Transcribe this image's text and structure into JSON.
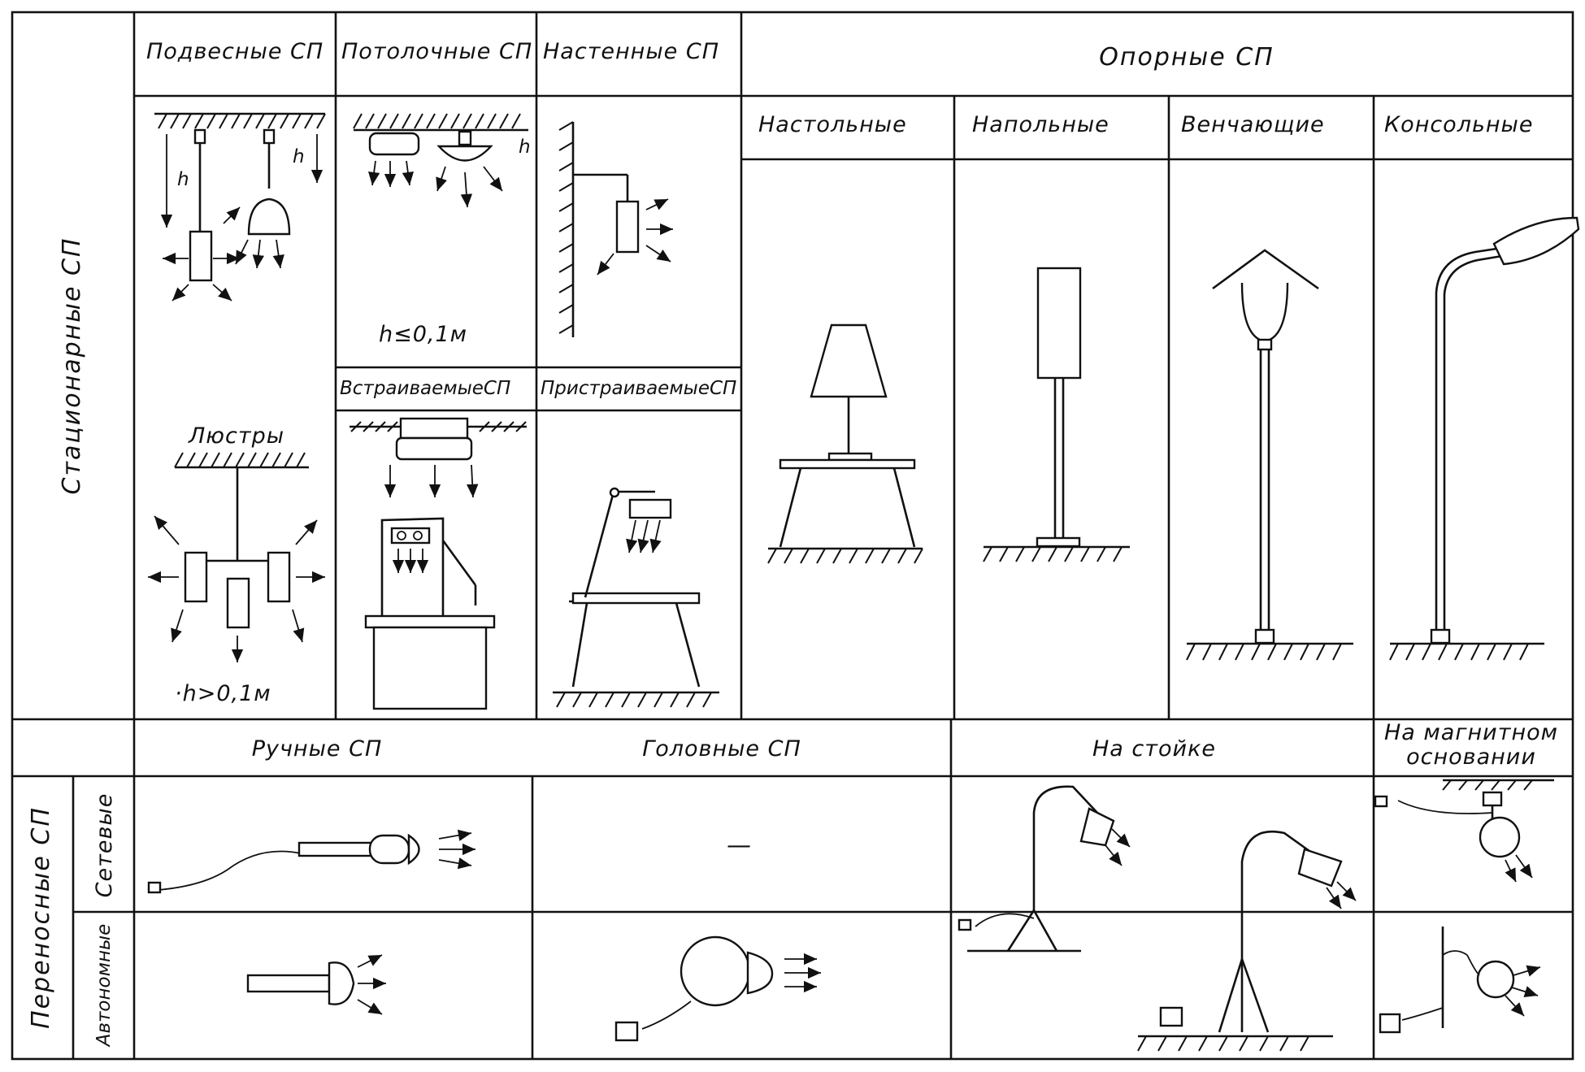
{
  "colors": {
    "ink": "#111111",
    "paper": "#ffffff"
  },
  "stationary": {
    "group_label": "Стационарные СП",
    "headers": {
      "suspended": "Подвесные СП",
      "ceiling": "Потолочные СП",
      "wall": "Настенные СП",
      "support": "Опорные СП",
      "built_in": "ВстраиваемыеСП",
      "attached": "ПристраиваемыеСП",
      "chandeliers": "Люстры"
    },
    "support_types": {
      "table": "Настольные",
      "floor": "Напольные",
      "crowning": "Венчающие",
      "console": "Консольные"
    },
    "notes": {
      "height_symbol": "h",
      "ceiling_height": "h≤0,1м",
      "chandelier_height": "·h>0,1м"
    }
  },
  "portable": {
    "group_label": "Переносные СП",
    "row_labels": {
      "network": "Сетевые",
      "autonomous": "Автономные"
    },
    "headers": {
      "hand": "Ручные СП",
      "head": "Головные СП",
      "stand": "На   стойке",
      "magnetic_line1": "На магнитном",
      "magnetic_line2": "основании"
    },
    "empty_cell": "—"
  }
}
